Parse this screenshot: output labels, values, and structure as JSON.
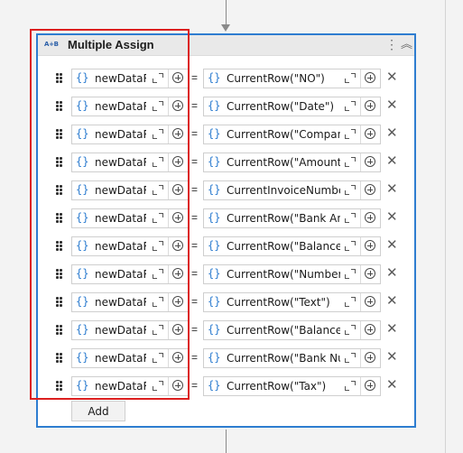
{
  "activity": {
    "icon_text": "A+B",
    "title": "Multiple Assign",
    "menu_glyph": "⋮",
    "collapse_glyph": "︽",
    "add_label": "Add"
  },
  "glyphs": {
    "braces": "{}",
    "equals": "=",
    "remove": "✕"
  },
  "assignments": [
    {
      "to": "newDataR",
      "value": "CurrentRow(\"NO\")"
    },
    {
      "to": "newDataR",
      "value": "CurrentRow(\"Date\")"
    },
    {
      "to": "newDataR",
      "value": "CurrentRow(\"Compan"
    },
    {
      "to": "newDataR",
      "value": "CurrentRow(\"Amount\""
    },
    {
      "to": "newDataR",
      "value": "CurrentInvoiceNumbe"
    },
    {
      "to": "newDataR",
      "value": "CurrentRow(\"Bank An"
    },
    {
      "to": "newDataR",
      "value": "CurrentRow(\"Balance"
    },
    {
      "to": "newDataR",
      "value": "CurrentRow(\"Number"
    },
    {
      "to": "newDataR",
      "value": "CurrentRow(\"Text\")"
    },
    {
      "to": "newDataR",
      "value": "CurrentRow(\"Balance"
    },
    {
      "to": "newDataR",
      "value": "CurrentRow(\"Bank Nu"
    },
    {
      "to": "newDataR",
      "value": "CurrentRow(\"Tax\")"
    }
  ],
  "colors": {
    "selection": "#2e7dd0",
    "highlight": "#dc1f1f"
  }
}
